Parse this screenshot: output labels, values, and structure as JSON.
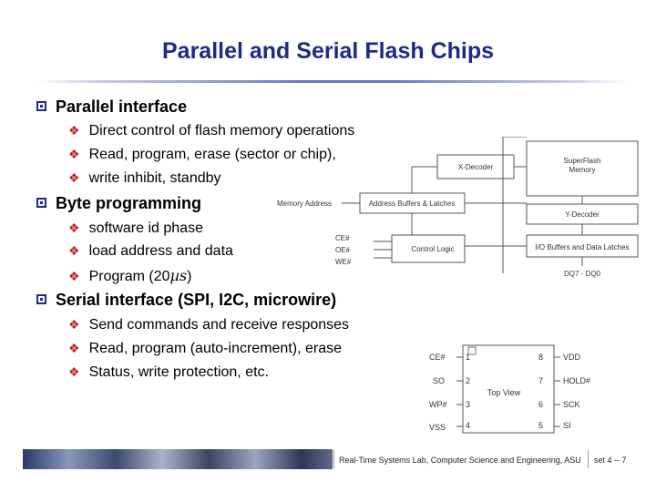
{
  "slide": {
    "title": "Parallel and Serial Flash Chips",
    "bullets": [
      {
        "text": "Parallel interface",
        "subs": [
          "Direct control of flash memory operations",
          "Read, program, erase (sector or chip),",
          "write inhibit, standby"
        ]
      },
      {
        "text": "Byte programming",
        "subs": [
          "software id phase",
          "load address and data"
        ],
        "program_prefix": "Program (20",
        "program_mu": "µs",
        "program_suffix": ")"
      },
      {
        "text": "Serial interface (SPI, I2C, microwire)",
        "subs": [
          "Send commands and receive responses",
          "Read, program (auto-increment), erase",
          "Status, write protection, etc."
        ]
      }
    ]
  },
  "block_diagram": {
    "x_decoder": "X-Decoder",
    "superflash_line1": "SuperFlash",
    "superflash_line2": "Memory",
    "memory_address": "Memory Address",
    "address_buffers": "Address Buffers & Latches",
    "y_decoder": "Y-Decoder",
    "ce": "CE#",
    "oe": "OE#",
    "we": "WE#",
    "control_logic": "Control Logic",
    "io_buffers": "I/O Buffers and Data Latches",
    "dq": "DQ7 - DQ0"
  },
  "pinout": {
    "left_pins": [
      {
        "label": "CE#",
        "num": "1"
      },
      {
        "label": "SO",
        "num": "2"
      },
      {
        "label": "WP#",
        "num": "3"
      },
      {
        "label": "VSS",
        "num": "4"
      }
    ],
    "right_pins": [
      {
        "num": "8",
        "label": "VDD"
      },
      {
        "num": "7",
        "label": "HOLD#"
      },
      {
        "num": "6",
        "label": "SCK"
      },
      {
        "num": "5",
        "label": "SI"
      }
    ],
    "top_view": "Top View"
  },
  "footer": {
    "lab": "Real-Time Systems Lab, Computer Science and Engineering, ASU",
    "page": "set 4 -- 7"
  }
}
